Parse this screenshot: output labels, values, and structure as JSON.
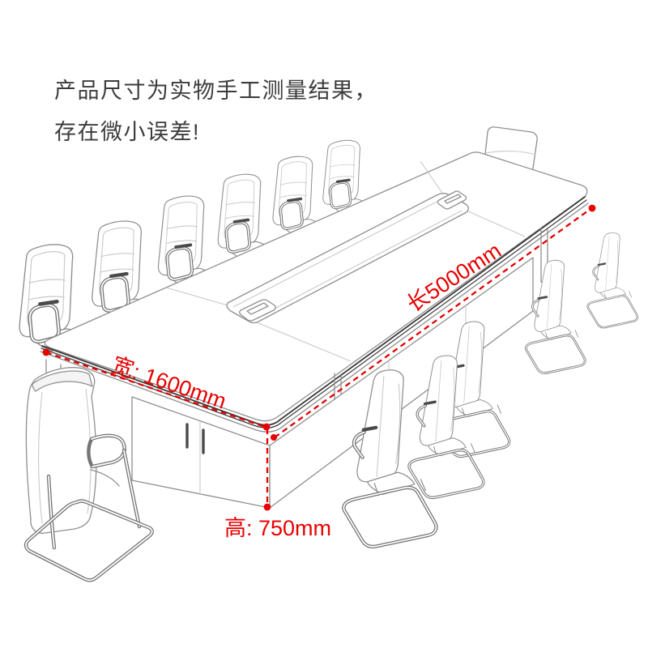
{
  "disclaimer": {
    "line1": "产品尺寸为实物手工测量结果，",
    "line2": "存在微小误差!"
  },
  "dimensions": {
    "length": {
      "label": "长5000mm",
      "value_mm": 5000
    },
    "width": {
      "label": "宽: 1600mm",
      "value_mm": 1600
    },
    "height": {
      "label": "高: 750mm",
      "value_mm": 750
    }
  },
  "scene": {
    "subject": "conference table line drawing with office chairs",
    "chairs": {
      "left_row": 6,
      "head": 1,
      "right_row": 5,
      "near_end": 1,
      "total": 13
    }
  },
  "colors": {
    "dimension_red": "#e80000",
    "text_dark": "#3c3c3c",
    "line_gray": "#8f8f8f",
    "line_light": "#c9c9c9",
    "edge_dark": "#3a3a3a",
    "background": "#ffffff"
  }
}
